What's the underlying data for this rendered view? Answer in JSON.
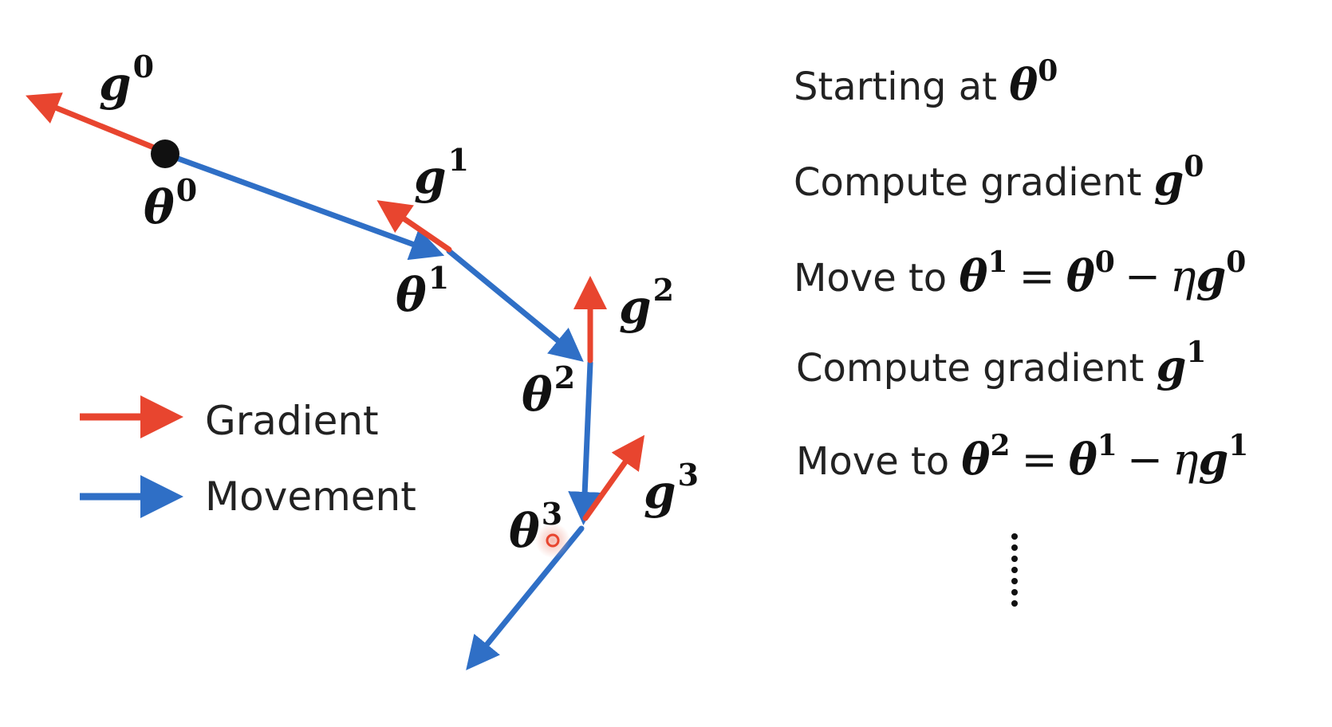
{
  "colors": {
    "gradient": "#e8452f",
    "movement": "#2f6fc6",
    "point": "#111111",
    "text": "#222222"
  },
  "diagram": {
    "labels": {
      "g0": {
        "base": "g",
        "sup": "0"
      },
      "g1": {
        "base": "g",
        "sup": "1"
      },
      "g2": {
        "base": "g",
        "sup": "2"
      },
      "g3": {
        "base": "g",
        "sup": "3"
      },
      "t0": {
        "base": "θ",
        "sup": "0"
      },
      "t1": {
        "base": "θ",
        "sup": "1"
      },
      "t2": {
        "base": "θ",
        "sup": "2"
      },
      "t3": {
        "base": "θ",
        "sup": "3"
      }
    }
  },
  "legend": {
    "gradient_label": "Gradient",
    "movement_label": "Movement"
  },
  "steps": {
    "s1": {
      "text": "Starting at ",
      "sym": "θ",
      "sup": "0"
    },
    "s2": {
      "text": "Compute gradient ",
      "sym": "g",
      "sup": "0"
    },
    "s3": {
      "text": "Move to ",
      "lhs": "θ",
      "lhs_sup": "1",
      "eq": "=",
      "rhs": "θ",
      "rhs_sup": "0",
      "minus": "−",
      "eta": "η",
      "g": "g",
      "g_sup": "0"
    },
    "s4": {
      "text": "Compute gradient ",
      "sym": "g",
      "sup": "1"
    },
    "s5": {
      "text": "Move to ",
      "lhs": "θ",
      "lhs_sup": "2",
      "eq": "=",
      "rhs": "θ",
      "rhs_sup": "1",
      "minus": "−",
      "eta": "η",
      "g": "g",
      "g_sup": "1"
    }
  }
}
